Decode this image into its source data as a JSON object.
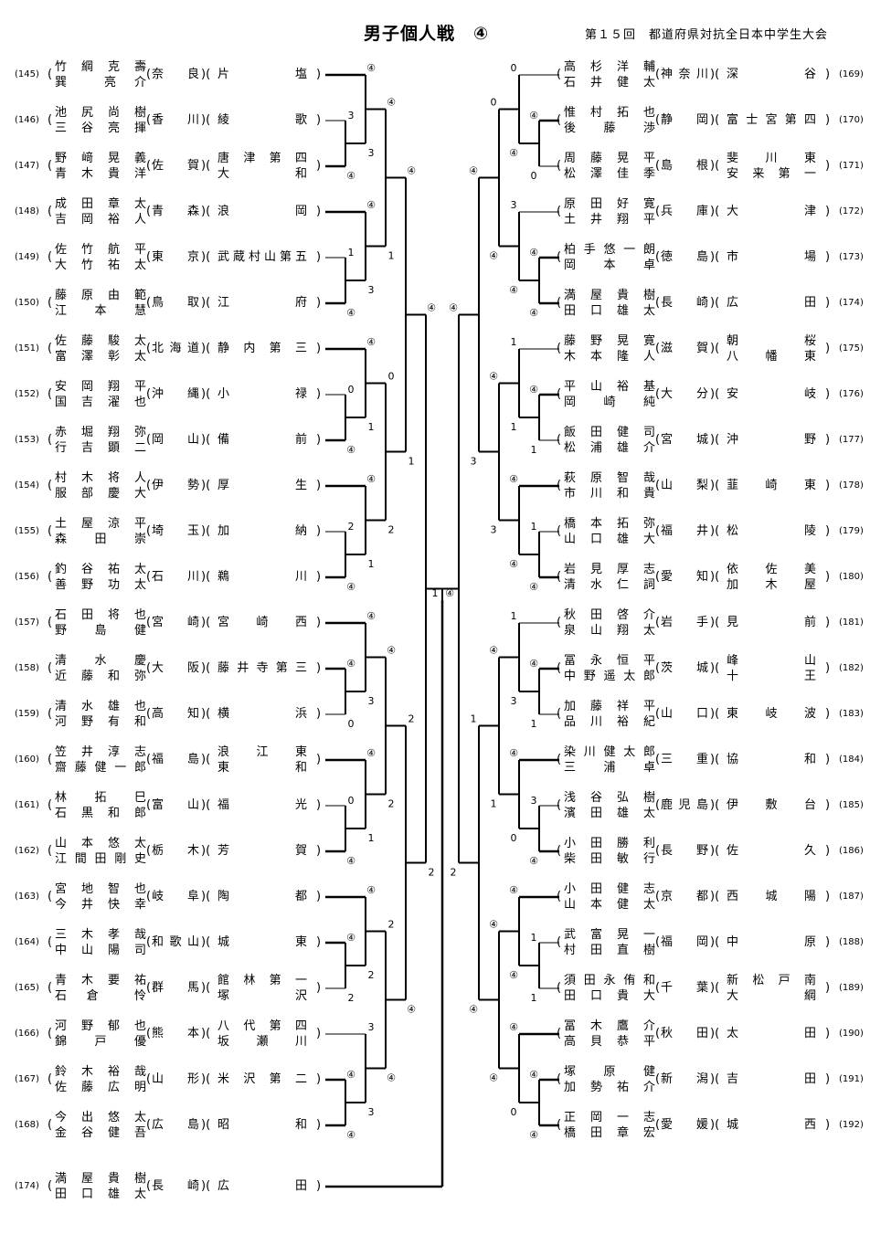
{
  "header": {
    "title": "男子個人戦　④",
    "subtitle": "第１５回　都道府県対抗全日本中学生大会"
  },
  "left_entries": [
    {
      "num": "(145)",
      "p1": "竹 綱 克 壽",
      "p2": "巽　 亮 介",
      "pref": "奈　良",
      "school": [
        "片　塩"
      ]
    },
    {
      "num": "(146)",
      "p1": "池 尻 尚 樹",
      "p2": "三 谷 亮 揮",
      "pref": "香　川",
      "school": [
        "綾　歌"
      ]
    },
    {
      "num": "(147)",
      "p1": "野 﨑 晃 義",
      "p2": "青 木 貴 洋",
      "pref": "佐　賀",
      "school": [
        "唐 津 第 四",
        "大　和"
      ]
    },
    {
      "num": "(148)",
      "p1": "成 田 章 太",
      "p2": "吉 岡 裕 人",
      "pref": "青　森",
      "school": [
        "浪　岡"
      ]
    },
    {
      "num": "(149)",
      "p1": "佐 竹 航 平",
      "p2": "大 竹 祐 太",
      "pref": "東　京",
      "school": [
        "武蔵村山第五"
      ]
    },
    {
      "num": "(150)",
      "p1": "藤 原 由 範",
      "p2": "江　本　慧",
      "pref": "鳥　取",
      "school": [
        "江　府"
      ]
    },
    {
      "num": "(151)",
      "p1": "佐 藤 駿 太",
      "p2": "富 澤 彰 太",
      "pref": "北海道",
      "school": [
        "静 内 第 三"
      ]
    },
    {
      "num": "(152)",
      "p1": "安 岡 翔 平",
      "p2": "国 吉 濯 也",
      "pref": "沖　縄",
      "school": [
        "小　禄"
      ]
    },
    {
      "num": "(153)",
      "p1": "赤 堀 翔 弥",
      "p2": "行 吉 顕 二",
      "pref": "岡　山",
      "school": [
        "備　前"
      ]
    },
    {
      "num": "(154)",
      "p1": "村 木 将 人",
      "p2": "服 部 慶 大",
      "pref": "伊　勢",
      "school": [
        "厚　生"
      ]
    },
    {
      "num": "(155)",
      "p1": "土 屋 涼 平",
      "p2": "森　田　崇",
      "pref": "埼　玉",
      "school": [
        "加　納"
      ]
    },
    {
      "num": "(156)",
      "p1": "釣 谷 祐 太",
      "p2": "善 野 功 太",
      "pref": "石　川",
      "school": [
        "鵜　川"
      ]
    },
    {
      "num": "(157)",
      "p1": "石 田 将 也",
      "p2": "野　島　健",
      "pref": "宮　崎",
      "school": [
        "宮 崎 西"
      ]
    },
    {
      "num": "(158)",
      "p1": "清　水　慶",
      "p2": "近 藤 和 弥",
      "pref": "大　阪",
      "school": [
        "藤井寺第三"
      ]
    },
    {
      "num": "(159)",
      "p1": "清 水 雄 也",
      "p2": "河 野 有 和",
      "pref": "高　知",
      "school": [
        "横　浜"
      ]
    },
    {
      "num": "(160)",
      "p1": "笠 井 淳 志",
      "p2": "齋藤健一郎",
      "pref": "福　島",
      "school": [
        "浪 江 東",
        "東　和"
      ]
    },
    {
      "num": "(161)",
      "p1": "林　拓　巳",
      "p2": "石 黒 和 郎",
      "pref": "富　山",
      "school": [
        "福　光"
      ]
    },
    {
      "num": "(162)",
      "p1": "山 本 悠 太",
      "p2": "江間田剛史",
      "pref": "栃　木",
      "school": [
        "芳　賀"
      ]
    },
    {
      "num": "(163)",
      "p1": "宮 地 智 也",
      "p2": "今 井 快 幸",
      "pref": "岐　阜",
      "school": [
        "陶　都"
      ]
    },
    {
      "num": "(164)",
      "p1": "三 木 孝 哉",
      "p2": "中 山 陽 司",
      "pref": "和歌山",
      "school": [
        "城　東"
      ]
    },
    {
      "num": "(165)",
      "p1": "青　木　要　祐",
      "p2": "石　倉　　怜",
      "pref": "群　馬",
      "school": [
        "館 林 第 一",
        "塚　沢"
      ]
    },
    {
      "num": "(166)",
      "p1": "河 野 郁 也",
      "p2": "錦　戸　優",
      "pref": "熊　本",
      "school": [
        "八 代 第 四",
        "坂 瀬 川"
      ]
    },
    {
      "num": "(167)",
      "p1": "鈴 木 裕 哉",
      "p2": "佐 藤 広 明",
      "pref": "山　形",
      "school": [
        "米 沢 第 二"
      ]
    },
    {
      "num": "(168)",
      "p1": "今 出 悠 太",
      "p2": "金 谷 健 吾",
      "pref": "広　島",
      "school": [
        "昭　和"
      ]
    }
  ],
  "right_entries": [
    {
      "num": "(169)",
      "p1": "高 杉 洋 輔",
      "p2": "石 井 健 太",
      "pref": "神奈川",
      "school": [
        "深　谷"
      ]
    },
    {
      "num": "(170)",
      "p1": "惟 村 拓 也",
      "p2": "後　藤　渉",
      "pref": "静　岡",
      "school": [
        "富士宮第四"
      ]
    },
    {
      "num": "(171)",
      "p1": "周 藤 晃 平",
      "p2": "松 澤 佳 季",
      "pref": "島　根",
      "school": [
        "斐 川 東",
        "安 来 第 一"
      ]
    },
    {
      "num": "(172)",
      "p1": "原 田 好 寛",
      "p2": "土 井 翔 平",
      "pref": "兵　庫",
      "school": [
        "大　津"
      ]
    },
    {
      "num": "(173)",
      "p1": "柏手悠一朗",
      "p2": "岡　本　卓",
      "pref": "徳　島",
      "school": [
        "市　場"
      ]
    },
    {
      "num": "(174)",
      "p1": "満 屋 貴 樹",
      "p2": "田 口 雄 太",
      "pref": "長　崎",
      "school": [
        "広　田"
      ]
    },
    {
      "num": "(175)",
      "p1": "藤 野 晃 寛",
      "p2": "木 本 隆 人",
      "pref": "滋　賀",
      "school": [
        "朝　桜",
        "八 幡 東"
      ]
    },
    {
      "num": "(176)",
      "p1": "平 山 裕 基",
      "p2": "岡　崎　純",
      "pref": "大　分",
      "school": [
        "安　岐"
      ]
    },
    {
      "num": "(177)",
      "p1": "飯 田 健 司",
      "p2": "松 浦 雄 介",
      "pref": "宮　城",
      "school": [
        "沖　野"
      ]
    },
    {
      "num": "(178)",
      "p1": "萩 原 智 哉",
      "p2": "市 川 和 貴",
      "pref": "山　梨",
      "school": [
        "韮 崎 東"
      ]
    },
    {
      "num": "(179)",
      "p1": "橋 本 拓 弥",
      "p2": "山 口 雄 大",
      "pref": "福　井",
      "school": [
        "松　陵"
      ]
    },
    {
      "num": "(180)",
      "p1": "岩 見 厚 志",
      "p2": "清 水 仁 詞",
      "pref": "愛　知",
      "school": [
        "依 佐 美",
        "加 木 屋"
      ]
    },
    {
      "num": "(181)",
      "p1": "秋 田 啓 介",
      "p2": "泉 山 翔 太",
      "pref": "岩　手",
      "school": [
        "見　前"
      ]
    },
    {
      "num": "(182)",
      "p1": "冨 永 恒 平",
      "p2": "中野遥太郎",
      "pref": "茨　城",
      "school": [
        "峰　山",
        "十　王"
      ]
    },
    {
      "num": "(183)",
      "p1": "加 藤 祥 平",
      "p2": "品 川 裕 紀",
      "pref": "山　口",
      "school": [
        "東 岐 波"
      ]
    },
    {
      "num": "(184)",
      "p1": "染川健太郎",
      "p2": "三　浦　卓",
      "pref": "三　重",
      "school": [
        "協　和"
      ]
    },
    {
      "num": "(185)",
      "p1": "浅 谷 弘 樹",
      "p2": "濱 田 雄 太",
      "pref": "鹿児島",
      "school": [
        "伊 敷 台"
      ]
    },
    {
      "num": "(186)",
      "p1": "小 田 勝 利",
      "p2": "柴 田 敏 行",
      "pref": "長　野",
      "school": [
        "佐　久"
      ]
    },
    {
      "num": "(187)",
      "p1": "小 田 健 志",
      "p2": "山 本 健 太",
      "pref": "京　都",
      "school": [
        "西 城 陽"
      ]
    },
    {
      "num": "(188)",
      "p1": "武 富 晃 一",
      "p2": "村 田 直 樹",
      "pref": "福　岡",
      "school": [
        "中　原"
      ]
    },
    {
      "num": "(189)",
      "p1": "須 田 永 侑 和",
      "p2": "田 口 貴 大",
      "pref": "千　葉",
      "school": [
        "新 松 戸 南",
        "大　綱"
      ]
    },
    {
      "num": "(190)",
      "p1": "冨 木 鷹 介",
      "p2": "高 貝 恭 平",
      "pref": "秋　田",
      "school": [
        "太　田"
      ]
    },
    {
      "num": "(191)",
      "p1": "塚　原　健",
      "p2": "加 勢 祐 介",
      "pref": "新　潟",
      "school": [
        "吉　田"
      ]
    },
    {
      "num": "(192)",
      "p1": "正 岡 一 志",
      "p2": "橋 田 章 宏",
      "pref": "愛　媛",
      "school": [
        "城　西"
      ]
    }
  ],
  "extra_entry": {
    "num": "(174)",
    "p1": "満 屋 貴 樹",
    "p2": "田 口 雄 太",
    "pref": "長　崎",
    "school": [
      "広　田"
    ]
  },
  "bracket": {
    "win_mark": "④",
    "left_scores_r1": [
      "④",
      "3",
      "④",
      "④",
      "1",
      "④",
      "④",
      "0",
      "④",
      "④",
      "2",
      "④",
      "④",
      "④",
      "0",
      "④",
      "0",
      "④",
      "④",
      "④",
      "2",
      "3",
      "④",
      "④"
    ],
    "left_scores_r2": [
      "3",
      "④",
      "3",
      "④",
      "1",
      "④",
      "1",
      "④",
      "3",
      "2",
      "1",
      "④",
      "2",
      "④",
      "3",
      "④"
    ],
    "left_scores_r3": [
      "④",
      "1",
      "0",
      "2",
      "④",
      "2",
      "2",
      "④"
    ],
    "left_scores_r4": [
      "④",
      "1",
      "2",
      "④"
    ],
    "left_scores_r5": [
      "④",
      "2"
    ],
    "left_final": "1",
    "right_scores_r1": [
      "0",
      "④",
      "0",
      "3",
      "④",
      "④",
      "1",
      "④",
      "1",
      "④",
      "1",
      "④",
      "1",
      "④",
      "1",
      "④",
      "3",
      "④",
      "④",
      "1",
      "1",
      "④",
      "④",
      "④"
    ],
    "right_scores_r2": [
      "④",
      "0",
      "④",
      "3",
      "1",
      "2",
      "④",
      "1",
      "3",
      "④",
      "0",
      "④",
      "④",
      "3",
      "0",
      "④"
    ],
    "right_scores_r3": [
      "0",
      "④",
      "④",
      "3",
      "④",
      "1",
      "④",
      "④"
    ],
    "right_scores_r4": [
      "④",
      "3",
      "1",
      "④"
    ],
    "right_scores_r5": [
      "④",
      "2"
    ],
    "right_final": "④"
  }
}
